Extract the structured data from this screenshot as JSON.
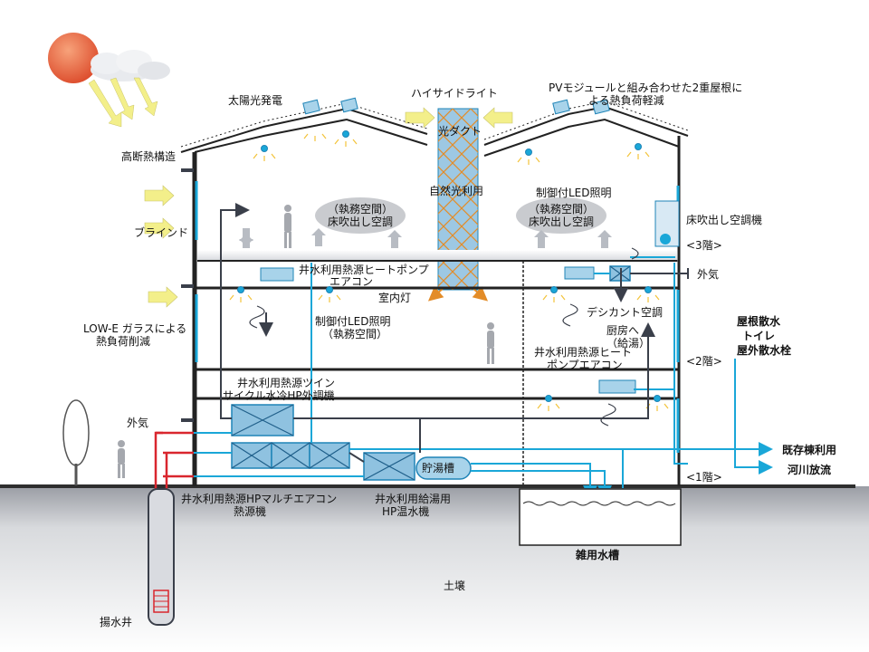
{
  "labels": {
    "solar_power": "太陽光発電",
    "high_side_light": "ハイサイドライト",
    "pv_roof_line1": "PVモジュールと組み合わせた2重屋根に",
    "pv_roof_line2": "よる熱負荷軽減",
    "high_insulation": "高断熱構造",
    "light_duct": "光ダクト",
    "natural_light": "自然光利用",
    "blind": "ブラインド",
    "office_space": "（執務空間）",
    "floor_ac": "床吹出し空調",
    "led_control": "制御付LED照明",
    "floor_ac_unit": "床吹出し空調機",
    "floor3": "<3階>",
    "hp_ac_line1": "井水利用熱源ヒートポンプ",
    "hp_ac_line2": "エアコン",
    "outside_air": "外気",
    "room_light": "室内灯",
    "lowe_line1": "LOW-E ガラスによる",
    "lowe_line2": "熱負荷削減",
    "led_office_line1": "制御付LED照明",
    "led_office_line2": "（執務空間）",
    "desiccant": "デシカント空調",
    "kitchen_line1": "厨房へ",
    "kitchen_line2": "（給湯）",
    "roof_sprinkle": "屋根散水",
    "toilet": "トイレ",
    "hydrant": "屋外散水栓",
    "hp_ac2_line1": "井水利用熱源ヒート",
    "hp_ac2_line2": "ポンプエアコン",
    "floor2": "<2階>",
    "twin_line1": "井水利用熱源ツイン",
    "twin_line2": "サイクル水冷HP外調機",
    "outside_air2": "外気",
    "existing_bldg": "既存棟利用",
    "river": "河川放流",
    "hot_tank": "貯湯槽",
    "floor1": "<1階>",
    "multi_line1": "井水利用熱源HPマルチエアコン",
    "multi_line2": "熱源機",
    "water_heater_line1": "井水利用給湯用",
    "water_heater_line2": "HP温水機",
    "misc_tank": "雑用水槽",
    "soil": "土壌",
    "well": "揚水井"
  },
  "colors": {
    "water_pipe": "#1aa7d8",
    "well_pipe": "#d9262e",
    "return_pipe": "#3a3f4a",
    "equipment_fill": "#a8d3ea",
    "equipment_stroke": "#1f84b7",
    "sun": "#e8583a",
    "light_arrow": "#f3ef8a",
    "ground_top": "#333333",
    "ground_fill": "#cfd1d6",
    "duct_fill": "#9dc8e3"
  },
  "icons": [
    "sun-icon",
    "cloud-icon",
    "person-icon",
    "tree-icon",
    "skylight-icon",
    "lamp-icon",
    "fan-icon",
    "air-handler-icon",
    "wave-icon"
  ]
}
